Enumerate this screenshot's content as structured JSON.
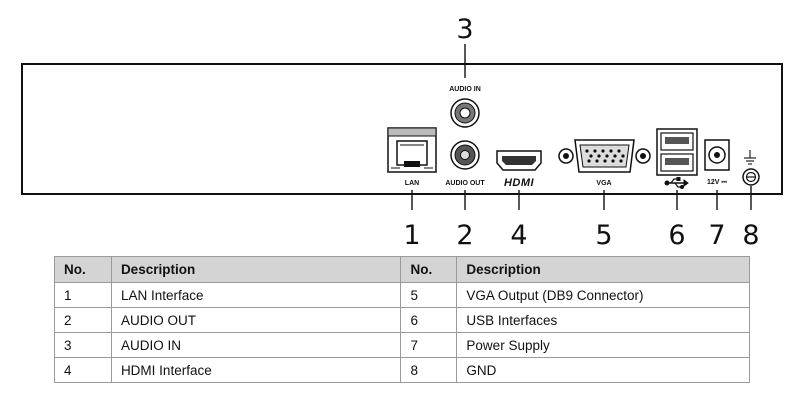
{
  "callouts": [
    "1",
    "2",
    "3",
    "4",
    "5",
    "6",
    "7",
    "8"
  ],
  "port_labels": {
    "lan": "LAN",
    "audio_in": "AUDIO IN",
    "audio_out": "AUDIO OUT",
    "hdmi": "HDMI",
    "vga": "VGA",
    "power": "12V ⎓"
  },
  "table": {
    "headers": [
      "No.",
      "Description",
      "No.",
      "Description"
    ],
    "rows": [
      [
        "1",
        "LAN Interface",
        "5",
        "VGA Output (DB9 Connector)"
      ],
      [
        "2",
        "AUDIO OUT",
        "6",
        "USB Interfaces"
      ],
      [
        "3",
        "AUDIO IN",
        "7",
        "Power Supply"
      ],
      [
        "4",
        "HDMI Interface",
        "8",
        "GND"
      ]
    ]
  },
  "colors": {
    "line": "#111111",
    "table_header_bg": "#d4d4d4",
    "table_border": "#9a9a9a"
  }
}
